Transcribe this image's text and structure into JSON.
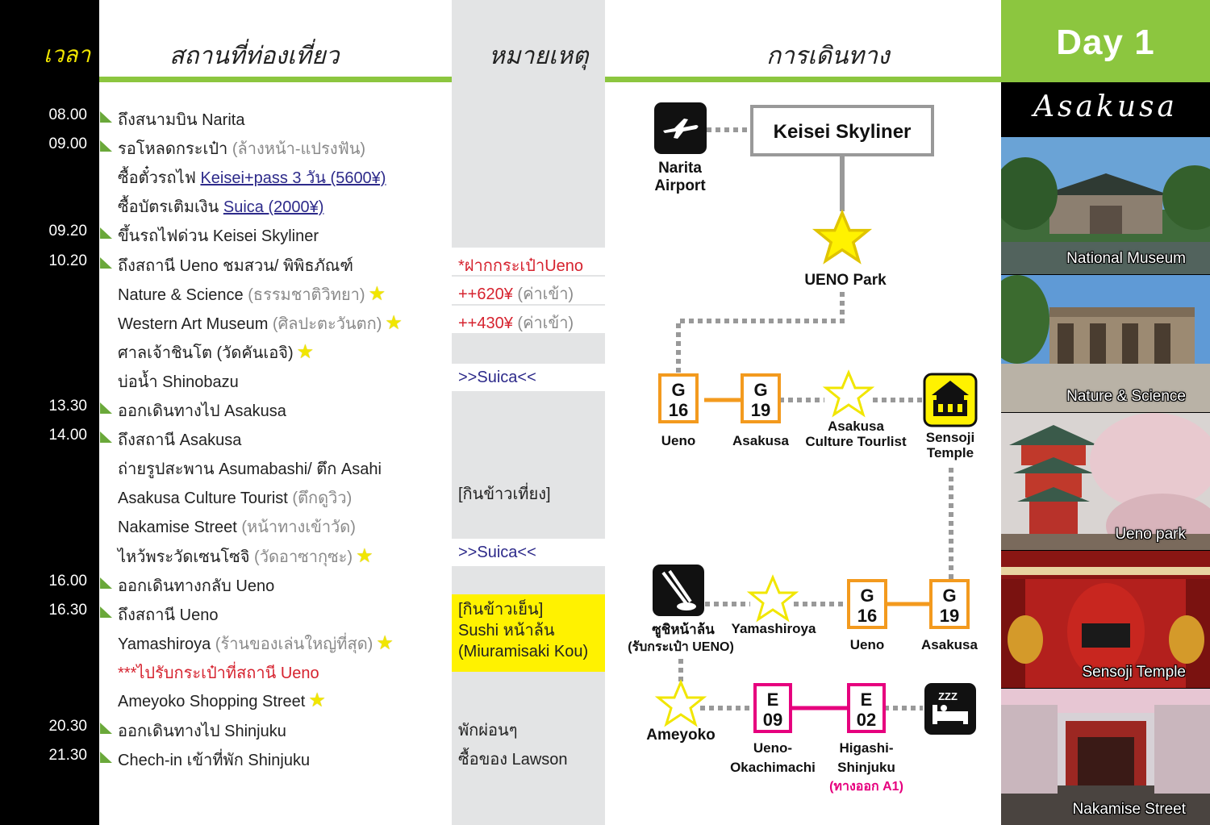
{
  "header": {
    "time": "เวลา",
    "place": "สถานที่ท่องเที่ยว",
    "note": "หมายเหตุ",
    "route": "การเดินทาง"
  },
  "day": {
    "title": "Day  1",
    "area": "Asakusa"
  },
  "photos": [
    {
      "label": "National Museum"
    },
    {
      "label": "Nature & Science"
    },
    {
      "label": "Ueno park"
    },
    {
      "label": "Sensoji Temple"
    },
    {
      "label": "Nakamise Street"
    }
  ],
  "schedule": [
    {
      "time": "08.00",
      "arrow": true,
      "main": "ถึงสนามบิน Narita"
    },
    {
      "time": "09.00",
      "arrow": true,
      "main": "รอโหลดกระเป๋า ",
      "gray": "(ล้างหน้า-แปรงฟัน)"
    },
    {
      "time": "",
      "arrow": false,
      "main": "ซื้อตั๋วรถไฟ ",
      "blue": "Keisei+pass 3 วัน (5600¥)"
    },
    {
      "time": "",
      "arrow": false,
      "main": "ซื้อบัตรเติมเงิน ",
      "blue": "Suica (2000¥)"
    },
    {
      "time": "09.20",
      "arrow": true,
      "main": "ขึ้นรถไฟด่วน Keisei Skyliner"
    },
    {
      "time": "10.20",
      "arrow": true,
      "main": "ถึงสถานี Ueno ชมสวน/ พิพิธภัณฑ์"
    },
    {
      "time": "",
      "arrow": false,
      "main": "Nature & Science ",
      "gray": "(ธรรมชาติวิทยา)",
      "star": true
    },
    {
      "time": "",
      "arrow": false,
      "main": "Western Art Museum ",
      "gray": "(ศิลปะตะวันตก)",
      "star": true
    },
    {
      "time": "",
      "arrow": false,
      "main": "ศาลเจ้าชินโต (วัดคันเอจิ)",
      "star": true
    },
    {
      "time": "",
      "arrow": false,
      "main": "บ่อน้ำ Shinobazu"
    },
    {
      "time": "13.30",
      "arrow": true,
      "main": "ออกเดินทางไป Asakusa"
    },
    {
      "time": "14.00",
      "arrow": true,
      "main": "ถึงสถานี Asakusa"
    },
    {
      "time": "",
      "arrow": false,
      "main": "ถ่ายรูปสะพาน Asumabashi/ ตึก Asahi"
    },
    {
      "time": "",
      "arrow": false,
      "main": "Asakusa Culture Tourist ",
      "gray": "(ตึกดูวิว)"
    },
    {
      "time": "",
      "arrow": false,
      "main": "Nakamise Street ",
      "gray": "(หน้าทางเข้าวัด)"
    },
    {
      "time": "",
      "arrow": false,
      "main": "ไหว้พระวัดเซนโซจิ ",
      "gray": "(วัดอาซากุซะ)",
      "star": true
    },
    {
      "time": "16.00",
      "arrow": true,
      "main": "ออกเดินทางกลับ Ueno"
    },
    {
      "time": "16.30",
      "arrow": true,
      "main": "ถึงสถานี Ueno"
    },
    {
      "time": "",
      "arrow": false,
      "main": "Yamashiroya ",
      "gray": "(ร้านของเล่นใหญ่ที่สุด)",
      "star": true
    },
    {
      "time": "",
      "arrow": false,
      "red": "***ไปรับกระเป๋าที่สถานี Ueno"
    },
    {
      "time": "",
      "arrow": false,
      "main": "Ameyoko Shopping Street",
      "star": true
    },
    {
      "time": "20.30",
      "arrow": true,
      "main": "ออกเดินทางไป Shinjuku"
    },
    {
      "time": "21.30",
      "arrow": true,
      "main": "Chech-in  เข้าที่พัก Shinjuku"
    }
  ],
  "notes": {
    "luggage": "*ฝากกระเป๋าUeno",
    "fee1": "++620¥",
    "fee1_suffix": " (ค่าเข้า)",
    "fee2": "++430¥",
    "fee2_suffix": " (ค่าเข้า)",
    "suica1": ">>Suica<<",
    "lunch": "[กินข้าวเที่ยง]",
    "suica2": ">>Suica<<",
    "dinner": "[กินข้าวเย็น]",
    "sushi1": "Sushi หน้าล้น",
    "sushi2": "(Miuramisaki Kou)",
    "rest": "พักผ่อนๆ",
    "shop": "ซื้อของ Lawson"
  },
  "route": {
    "airport": "Narita\nAirport",
    "airport_1": "Narita",
    "airport_2": "Airport",
    "skyliner": "Keisei  Skyliner",
    "ueno_park": "UENO  Park",
    "g16_a": "G",
    "g16_b": "16",
    "g19_a": "G",
    "g19_b": "19",
    "st_ueno": "Ueno",
    "st_asakusa": "Asakusa",
    "act_1": "Asakusa",
    "act_2": "Culture Tourlist",
    "sensoji_1": "Sensoji",
    "sensoji_2": "Temple",
    "sushi_1": "ซูชิหน้าล้น",
    "sushi_2": "(รับกระเป๋า UENO)",
    "yamashiroya": "Yamashiroya",
    "st_ueno2": "Ueno",
    "st_asakusa2": "Asakusa",
    "ameyoko": "Ameyoko",
    "e09_a": "E",
    "e09_b": "09",
    "e02_a": "E",
    "e02_b": "02",
    "uo_1": "Ueno-",
    "uo_2": "Okachimachi",
    "hs_1": "Higashi-",
    "hs_2": "Shinjuku",
    "exit": "(ทางออก A1)",
    "zzz": "ZZZ",
    "colors": {
      "ginza": "#f39a1e",
      "oedo": "#e6007e",
      "accent": "#8cc63f",
      "star": "#fff200"
    }
  }
}
